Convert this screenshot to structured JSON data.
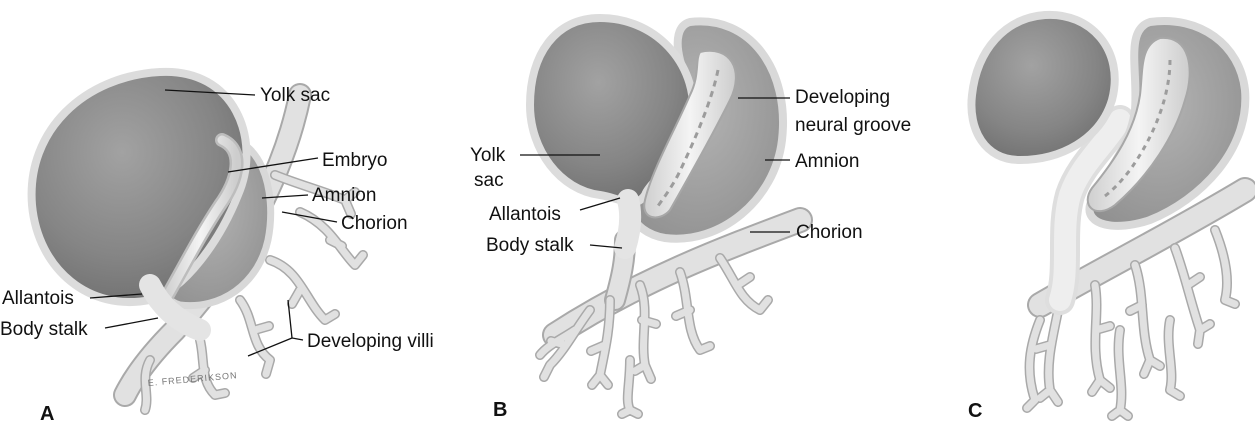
{
  "panels": {
    "a": {
      "letter": "A",
      "labels": {
        "yolk_sac": "Yolk sac",
        "embryo": "Embryo",
        "amnion": "Amnion",
        "chorion": "Chorion",
        "allantois": "Allantois",
        "body_stalk": "Body stalk",
        "developing_villi": "Developing villi"
      },
      "signature": "E. FREDERIKSON"
    },
    "b": {
      "letter": "B",
      "labels": {
        "developing_neural_groove_line1": "Developing",
        "developing_neural_groove_line2": "neural groove",
        "yolk_sac_line1": "Yolk",
        "yolk_sac_line2": "sac",
        "amnion": "Amnion",
        "allantois": "Allantois",
        "body_stalk": "Body stalk",
        "chorion": "Chorion"
      }
    },
    "c": {
      "letter": "C"
    }
  },
  "colors": {
    "sac_fill": "#8c8c8c",
    "membrane": "#d9d9d9",
    "tissue": "#e6e6e6",
    "outline": "#9a9a9a",
    "text": "#111111"
  }
}
